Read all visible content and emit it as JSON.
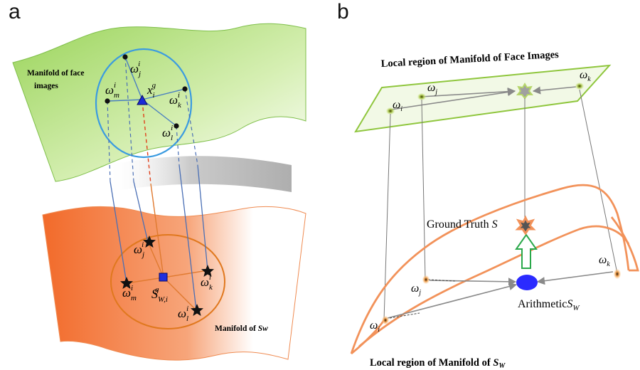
{
  "panels": {
    "a": "a",
    "b": "b"
  },
  "panel_a": {
    "face_manifold_label": [
      "Manifold of face",
      "images"
    ],
    "sw_manifold_label_prefix": "Manifold of ",
    "sw_manifold_label_sym": "Sw",
    "face_points": {
      "j": {
        "base": "ω",
        "sub": "j",
        "sup": "i"
      },
      "m": {
        "base": "ω",
        "sub": "m",
        "sup": "i"
      },
      "k": {
        "base": "ω",
        "sub": "k",
        "sup": "i"
      },
      "l": {
        "base": "ω",
        "sub": "l",
        "sup": "i"
      },
      "x": {
        "base": "x",
        "sub": "i",
        "sup": "g"
      }
    },
    "sw_points": {
      "j": {
        "base": "ω",
        "sub": "j",
        "sup": "i"
      },
      "m": {
        "base": "ω",
        "sub": "m",
        "sup": "i"
      },
      "k": {
        "base": "ω",
        "sub": "k",
        "sup": "i"
      },
      "l": {
        "base": "ω",
        "sub": "l",
        "sup": "i"
      },
      "s": {
        "base": "S",
        "sub": "W,i",
        "sup": "g"
      }
    }
  },
  "panel_b": {
    "top_title": "Local region of Manifold of Face Images",
    "bottom_title_prefix": "Local region of Manifold of ",
    "bottom_title_sym": "S",
    "bottom_title_sub": "W",
    "top_points": {
      "i": {
        "base": "ω",
        "sub": "i"
      },
      "j": {
        "base": "ω",
        "sub": "j"
      },
      "k": {
        "base": "ω",
        "sub": "k"
      }
    },
    "bottom_points": {
      "i": {
        "base": "ω",
        "sub": "i"
      },
      "j": {
        "base": "ω",
        "sub": "j"
      },
      "k": {
        "base": "ω",
        "sub": "k"
      }
    },
    "ground_truth_label": "Ground Truth ",
    "ground_truth_sym": "S",
    "arithmetic_label": "Arithmetic",
    "arithmetic_sym": "S",
    "arithmetic_sub": "W"
  },
  "colors": {
    "face_manifold": "#a9d86e",
    "sw_manifold": "#f47a3c",
    "circle_blue": "#3b9be0",
    "circle_orange": "#e0781e",
    "connector_blue": "#4a6fb5",
    "connector_orange": "#e07a30",
    "arithmetic_fill": "#2b2bff",
    "gt_arrow": "#2aa84a"
  }
}
